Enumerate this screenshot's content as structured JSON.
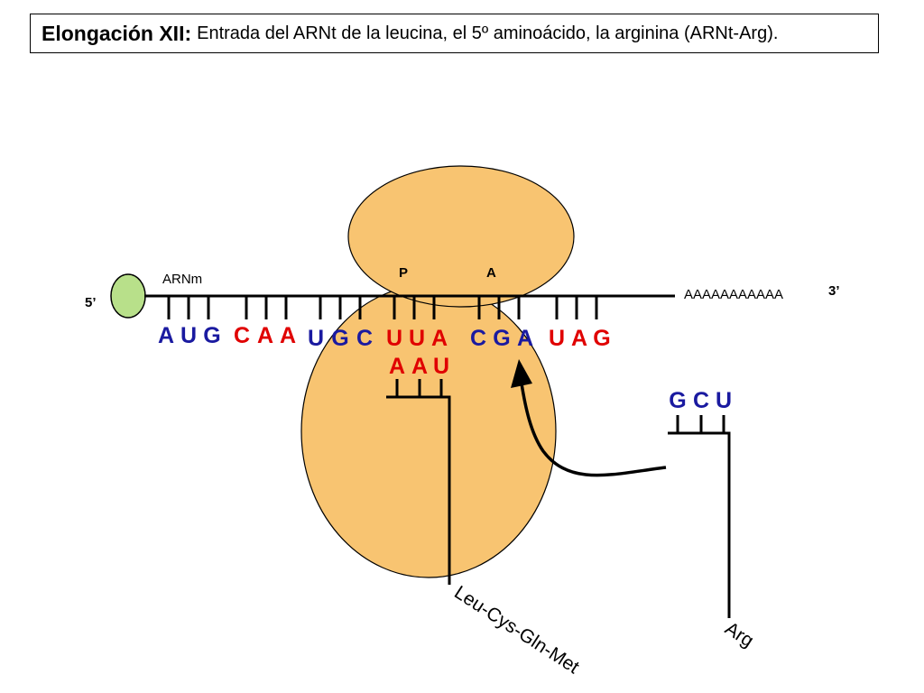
{
  "title": {
    "bold": "Elongación XII:",
    "rest": "Entrada del ARNt de la leucina, el 5º aminoácido, la arginina (ARNt-Arg)."
  },
  "labels": {
    "five_prime": "5’",
    "three_prime": "3’",
    "mrna": "ARNm",
    "poly_a": "AAAAAAAAAAA",
    "site_p": "P",
    "site_a": "A",
    "peptide": "Leu-Cys-Gln-Met",
    "amino_acid": "Arg"
  },
  "colors": {
    "ribosome": "#F8C471",
    "ribosome_stroke": "#000000",
    "cap": "#B8E08A",
    "red_base": "#E00000",
    "blue_base": "#1A1AA0"
  },
  "mrna_codons": [
    {
      "bases": [
        "A",
        "U",
        "G"
      ],
      "color": "blue"
    },
    {
      "bases": [
        "C",
        "A",
        "A"
      ],
      "color": "red"
    },
    {
      "bases": [
        "U",
        "G",
        "C"
      ],
      "color": "blue"
    },
    {
      "bases": [
        "U",
        "U",
        "A"
      ],
      "color": "red"
    },
    {
      "bases": [
        "C",
        "G",
        "A"
      ],
      "color": "blue"
    },
    {
      "bases": [
        "U",
        "A",
        "G"
      ],
      "color": "red"
    }
  ],
  "trna_p_anticodon": {
    "bases": [
      "A",
      "A",
      "U"
    ],
    "color": "red"
  },
  "trna_incoming_anticodon": {
    "bases": [
      "G",
      "C",
      "U"
    ],
    "color": "blue"
  }
}
